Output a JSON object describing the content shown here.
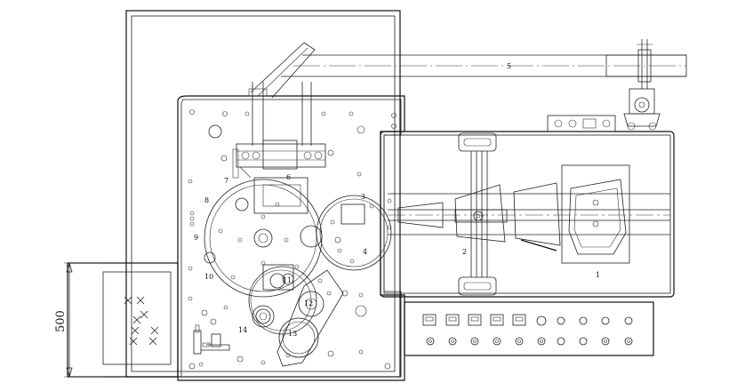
{
  "drawing": {
    "part_labels": [
      "1",
      "2",
      "3",
      "4",
      "5",
      "6",
      "7",
      "8",
      "9",
      "10",
      "11",
      "12",
      "13",
      "14"
    ],
    "dimension": "500"
  }
}
